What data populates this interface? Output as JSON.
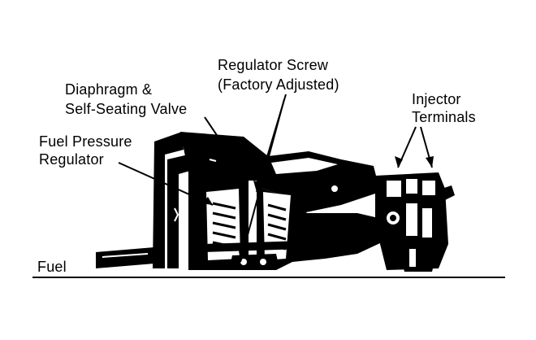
{
  "labels": {
    "regulator_screw": {
      "line1": "Regulator Screw",
      "line2": "(Factory Adjusted)"
    },
    "diaphragm": {
      "line1": "Diaphragm &",
      "line2": "Self-Seating Valve"
    },
    "injector": {
      "line1": "Injector",
      "line2": "Terminals"
    },
    "fuel_pressure": {
      "line1": "Fuel Pressure",
      "line2": "Regulator"
    },
    "fuel": "Fuel"
  },
  "colors": {
    "ink": "#000000",
    "paper": "#ffffff",
    "shade": "#1a1a1a"
  }
}
